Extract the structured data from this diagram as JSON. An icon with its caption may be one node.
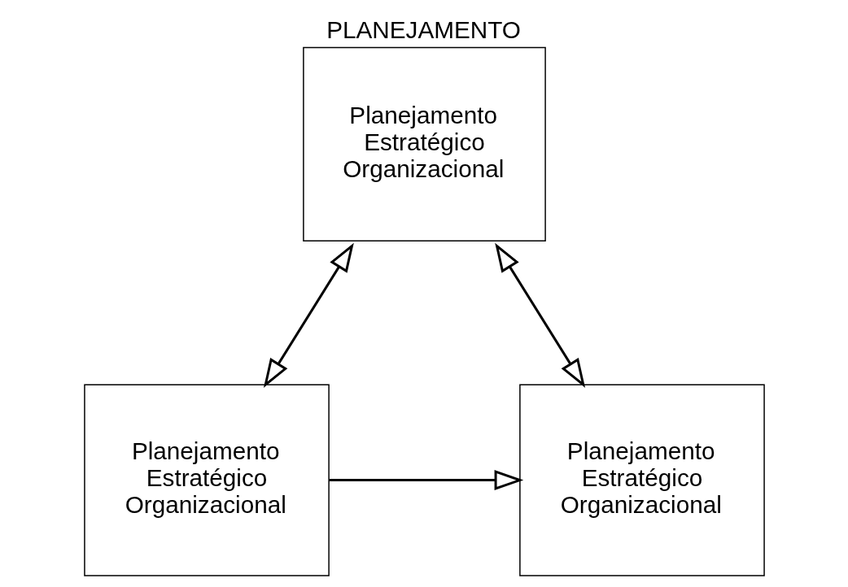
{
  "diagram": {
    "nodes": [
      {
        "text": [
          "PLANEJAMENTO",
          "Planejamento Estratégico Organizacional"
        ]
      },
      {
        "text": [
          "Planejamento Estratégico Organizacional"
        ]
      },
      {
        "text": [
          "Planejamento Estratégico Organizacional"
        ]
      }
    ],
    "edges": [
      {
        "from": 0,
        "to": 1,
        "arrow": "both"
      },
      {
        "from": 0,
        "to": 2,
        "arrow": "both"
      },
      {
        "from": 1,
        "to": 2,
        "arrow": "to"
      }
    ]
  }
}
